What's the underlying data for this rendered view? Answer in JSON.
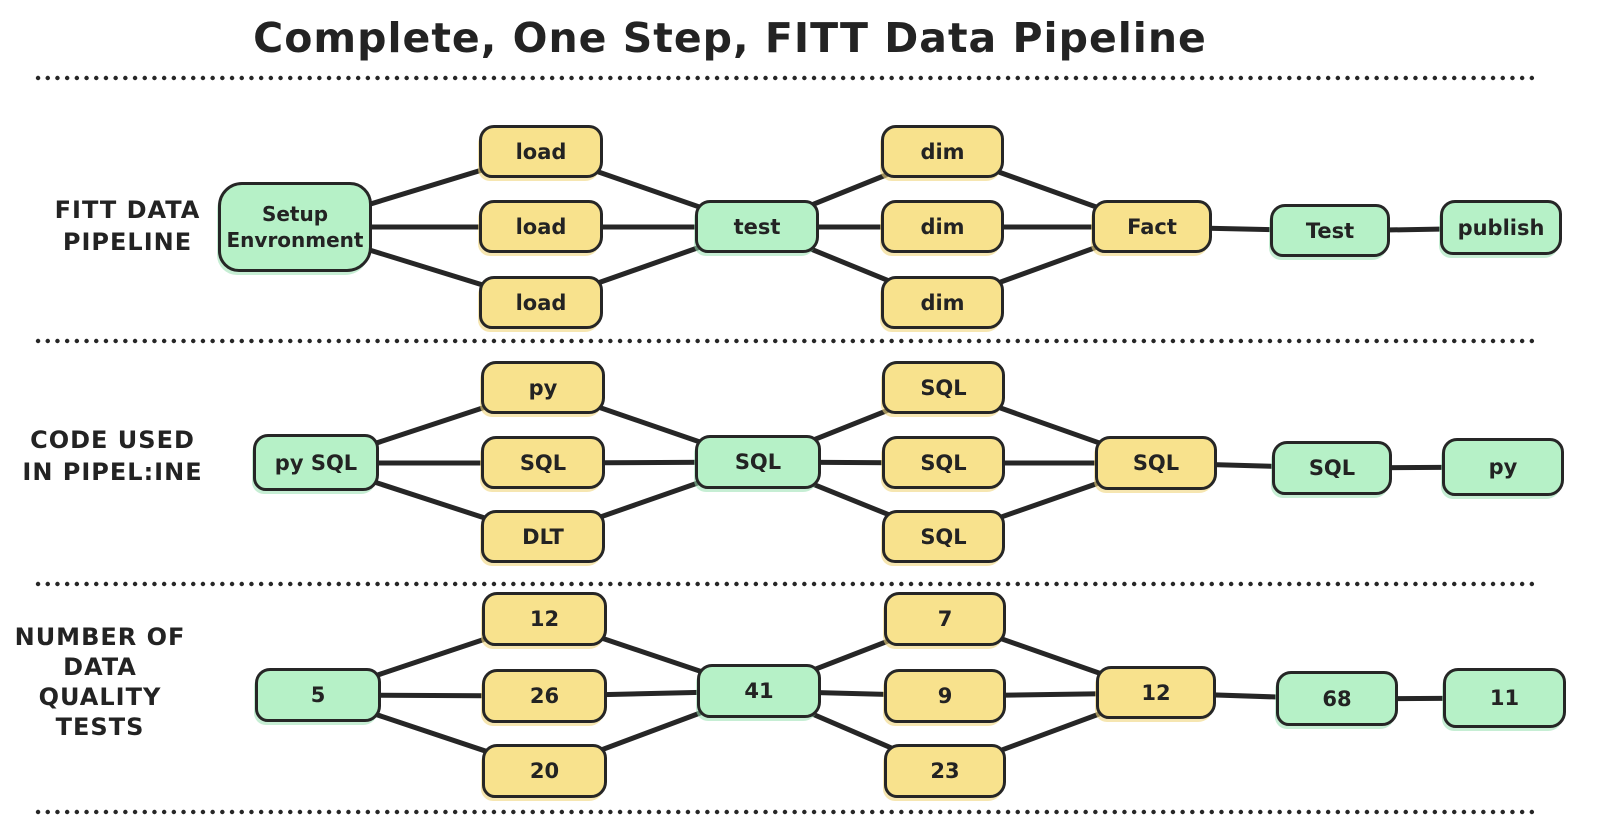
{
  "title": "Complete, One Step, FITT Data Pipeline",
  "colors": {
    "node_green": "#b6f1c7",
    "node_yellow": "#f8e28d",
    "stroke": "#262626",
    "text": "#232323",
    "background": "#ffffff"
  },
  "rows": [
    {
      "label": "FITT DATA\nPIPELINE",
      "source": "Setup\nEnvronment",
      "fan_in": [
        "load",
        "load",
        "load"
      ],
      "hub": "test",
      "fan_out": [
        "dim",
        "dim",
        "dim"
      ],
      "tail": [
        "Fact",
        "Test",
        "publish"
      ]
    },
    {
      "label": "CODE USED\nIN PIPEL:INE",
      "source": "py SQL",
      "fan_in": [
        "py",
        "SQL",
        "DLT"
      ],
      "hub": "SQL",
      "fan_out": [
        "SQL",
        "SQL",
        "SQL"
      ],
      "tail": [
        "SQL",
        "SQL",
        "py"
      ]
    },
    {
      "label": "NUMBER OF\nDATA\nQUALITY\nTESTS",
      "source": "5",
      "fan_in": [
        "12",
        "26",
        "20"
      ],
      "hub": "41",
      "fan_out": [
        "7",
        "9",
        "23"
      ],
      "tail": [
        "12",
        "68",
        "11"
      ]
    }
  ]
}
